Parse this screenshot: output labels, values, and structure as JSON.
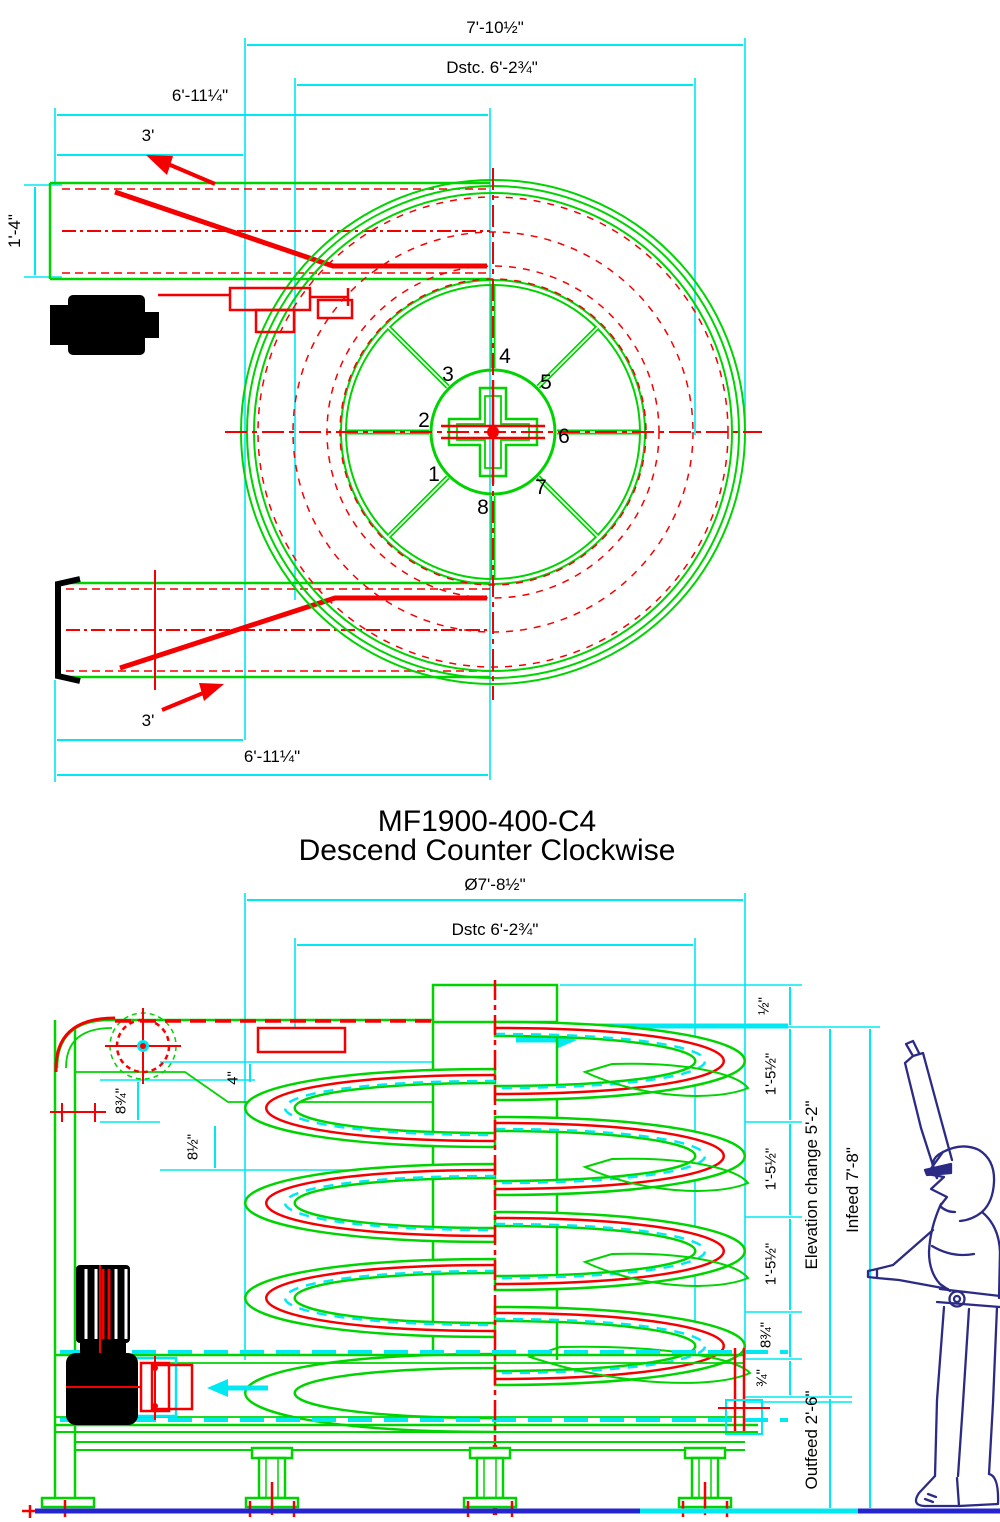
{
  "colors": {
    "green": "#00d400",
    "red": "#f50000",
    "cyan": "#00e8f2",
    "navy": "#2b2b85",
    "ground_blue": "#2525cf"
  },
  "title": {
    "model": "MF1900-400-C4",
    "subtitle": "Descend Counter Clockwise"
  },
  "plan_view": {
    "dims": {
      "overall_width": "7'-10½\"",
      "center_distance": "Dstc. 6'-2¾\"",
      "infeed_length": "6'-11¼\"",
      "infeed_straight": "3'",
      "belt_width": "1'-4\"",
      "outfeed_straight": "3'",
      "outfeed_length": "6'-11¼\""
    },
    "hub_numbers": [
      "1",
      "2",
      "3",
      "4",
      "5",
      "6",
      "7",
      "8"
    ]
  },
  "side_view": {
    "dims": {
      "outer_diameter": "Ø7'-8½\"",
      "center_distance": "Dstc 6'-2¾\"",
      "top_clearance": "½\"",
      "tier_pitch_1": "1'-5½\"",
      "tier_pitch_2": "1'-5½\"",
      "tier_pitch_3": "1'-5½\"",
      "bottom_tier_gap": "8¾\"",
      "belt_drop": "¾\"",
      "frame_gap": "8¾\"",
      "belt_clearance": "4\"",
      "tier_gap": "8½\"",
      "elevation_change": "Elevation change 5'-2\"",
      "infeed_height": "Infeed 7'-8\"",
      "outfeed_height": "Outfeed 2'-6\""
    }
  }
}
